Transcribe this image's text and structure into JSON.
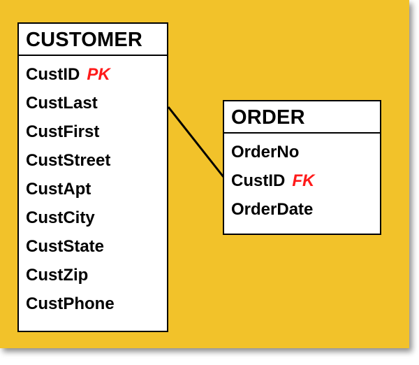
{
  "entities": {
    "customer": {
      "name": "CUSTOMER",
      "attributes": [
        {
          "name": "CustID",
          "key": "PK"
        },
        {
          "name": "CustLast",
          "key": ""
        },
        {
          "name": "CustFirst",
          "key": ""
        },
        {
          "name": "CustStreet",
          "key": ""
        },
        {
          "name": "CustApt",
          "key": ""
        },
        {
          "name": "CustCity",
          "key": ""
        },
        {
          "name": "CustState",
          "key": ""
        },
        {
          "name": "CustZip",
          "key": ""
        },
        {
          "name": "CustPhone",
          "key": ""
        }
      ]
    },
    "order": {
      "name": "ORDER",
      "attributes": [
        {
          "name": "OrderNo",
          "key": ""
        },
        {
          "name": "CustID",
          "key": "FK"
        },
        {
          "name": "OrderDate",
          "key": ""
        }
      ]
    }
  },
  "colors": {
    "background": "#f2c22a",
    "key_label": "#ff1a1a",
    "border": "#000000"
  }
}
